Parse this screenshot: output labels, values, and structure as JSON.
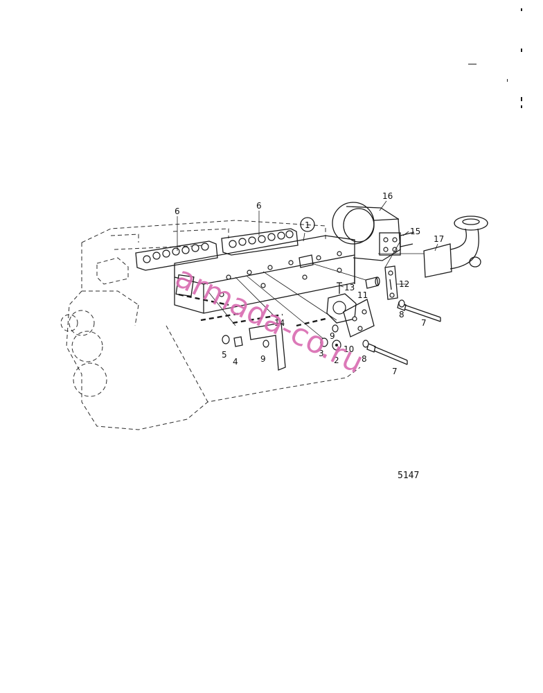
{
  "callouts": {
    "c1": "1",
    "c2": "2",
    "c3": "3",
    "c4": "4",
    "c5": "5",
    "c6a": "6",
    "c6b": "6",
    "c7a": "7",
    "c7b": "7",
    "c8a": "8",
    "c8b": "8",
    "c9a": "9",
    "c9b": "9",
    "c10": "10",
    "c11": "11",
    "c12": "12",
    "c13": "13",
    "c14": "14",
    "c15": "15",
    "c16": "16",
    "c17": "17"
  },
  "drawing_number": "5147",
  "watermark": "armada-co.ru",
  "colors": {
    "line": "#1a1a1a",
    "watermark": "#d96bb1",
    "background": "#ffffff"
  }
}
